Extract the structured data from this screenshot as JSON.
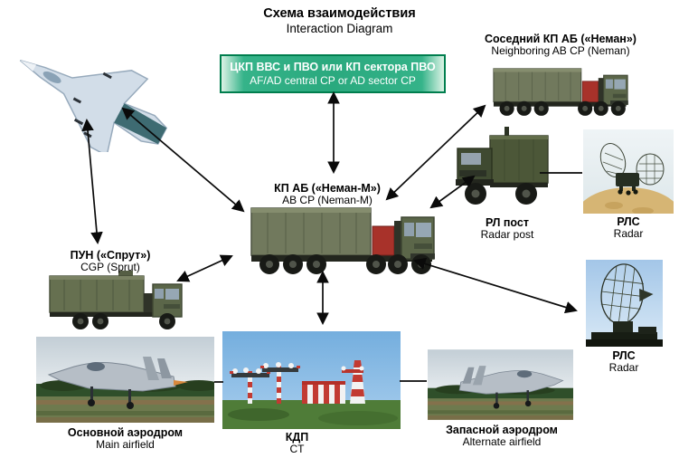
{
  "title": {
    "line_ru": "Схема взаимодействия",
    "line_en": "Interaction Diagram"
  },
  "central_cp_box": {
    "label_ru": "ЦКП ВВС и ПВО или КП сектора ПВО",
    "label_en": "AF/AD central CP or AD sector CP",
    "fill_color": "#2aa97e",
    "border_color": "#007e4e",
    "text_color": "#ffffff"
  },
  "nodes": {
    "aircraft": {
      "image": "fighter-aircraft-cutout"
    },
    "neighbor_cp": {
      "label_ru": "Соседний КП АБ («Неман»)",
      "label_en": "Neighboring AB CP (Neman)",
      "image": "container-command-truck"
    },
    "center_cp": {
      "label_ru": "КП АБ («Неман-М»)",
      "label_en": "AB CP (Neman-M)",
      "image": "container-command-truck"
    },
    "radar_post": {
      "label_ru": "РЛ пост",
      "label_en": "Radar post",
      "image": "van-truck"
    },
    "radar_upper": {
      "label_ru": "РЛС",
      "label_en": "Radar",
      "image": "mesh-radar-on-mound-photo"
    },
    "radar_lower": {
      "label_ru": "РЛС",
      "label_en": "Radar",
      "image": "tall-mesh-radar-photo"
    },
    "cgp": {
      "label_ru": "ПУН («Спрут»)",
      "label_en": "CGP (Sprut)",
      "image": "container-command-truck"
    },
    "main_airfield": {
      "label_ru": "Основной аэродром",
      "label_en": "Main airfield",
      "image": "fighter-takeoff-photo"
    },
    "control_tower": {
      "label_ru": "КДП",
      "label_en": "CT",
      "image": "striped-tower-photo"
    },
    "alternate_airfield": {
      "label_ru": "Запасной аэродром",
      "label_en": "Alternate airfield",
      "image": "fighter-takeoff-photo"
    }
  },
  "links": {
    "style": "double-headed black arrows between interacting units; plain lines join radar post to radar and airfields to control tower"
  }
}
